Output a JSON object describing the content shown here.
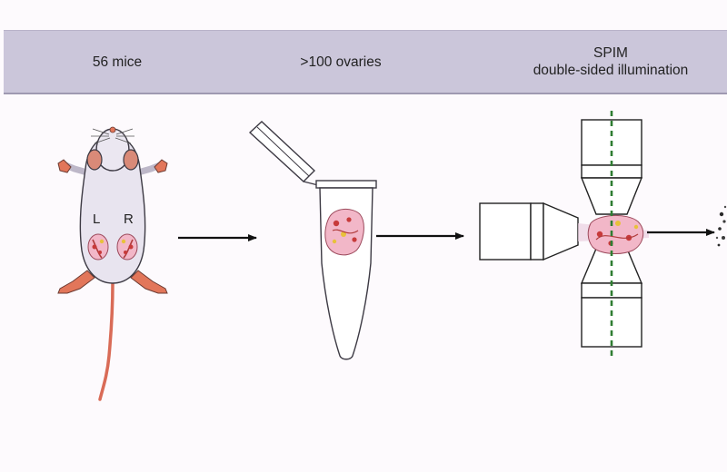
{
  "header": {
    "step1": "56 mice",
    "step2": ">100 ovaries",
    "step3_line1": "SPIM",
    "step3_line2": "double-sided illumination"
  },
  "mouse": {
    "left_label": "L",
    "right_label": "R"
  },
  "colors": {
    "header_band": "#cbc6da",
    "mouse_body": "#e8e4ef",
    "mouse_paw": "#e2765a",
    "ovary": "#f2b7c8",
    "optical_axis": "#2f7d32"
  }
}
